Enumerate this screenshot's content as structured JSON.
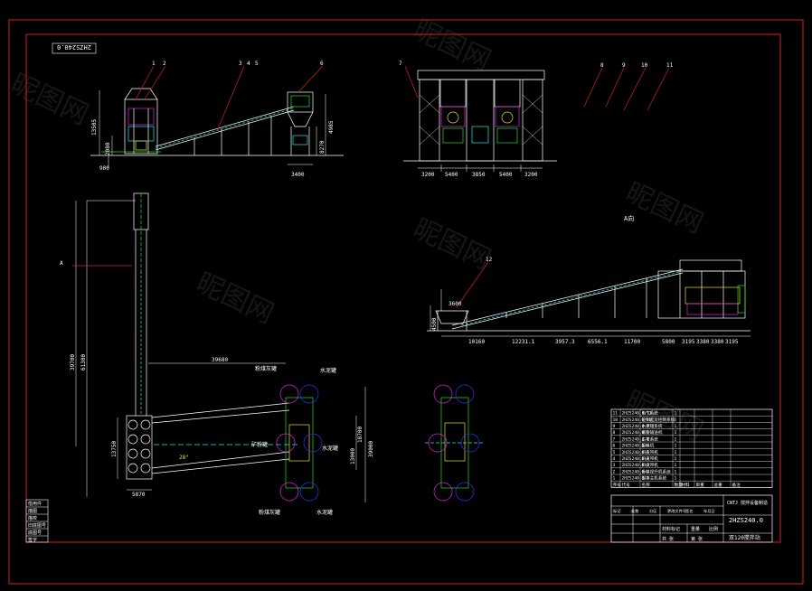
{
  "drawing": {
    "flipped_label": "2HZS240.0",
    "title_block": {
      "drawing_no": "2HZS240.0",
      "drawing_title": "双120搅拌站",
      "company": "CNTJ 搅拌设备制造",
      "material_label": "材料标记",
      "weight_label": "重量",
      "scale_label": "比例",
      "sheet_label": "共 张",
      "of_label": "第 张"
    },
    "view_labels": {
      "view_a": "A向",
      "arrow_a": "A"
    },
    "callouts": [
      "1",
      "2",
      "3",
      "4",
      "5",
      "6",
      "7",
      "8",
      "9",
      "10",
      "11",
      "12"
    ],
    "elevation_dims": {
      "left_vertical": [
        "13505",
        "2080",
        "900"
      ],
      "right_vertical": [
        "4985",
        "8270"
      ],
      "bottom": "3400"
    },
    "front_dims": [
      "3200",
      "5400",
      "3850",
      "5400",
      "3200"
    ],
    "side_dims": {
      "horizontal": [
        "10160",
        "12231.1",
        "3957.3",
        "6556.1",
        "11700",
        "5800",
        "3195",
        "3380",
        "3380",
        "3195"
      ],
      "vertical": [
        "3600",
        "4500"
      ]
    },
    "plan_dims": {
      "length_long": "39700",
      "length_mid": "61300",
      "width_top": "39680",
      "bay": "5870",
      "left_small": "13750",
      "right_big": "39000",
      "right_a": "18700",
      "right_b": "13000"
    },
    "plan_labels": {
      "bin_tl": "粉煤灰罐",
      "bin_tr": "水泥罐",
      "bin_mid_l": "矿粉罐",
      "bin_mid_r": "水泥罐",
      "bin_bl": "粉煤灰罐",
      "bin_br": "水泥罐",
      "angle": "28°"
    },
    "parts_table": {
      "headers": [
        "序号",
        "代号",
        "名称",
        "数量",
        "材料",
        "单重",
        "总重",
        "备注"
      ],
      "rows": [
        [
          "11",
          "2HZS240.0-11",
          "电气系统",
          "1"
        ],
        [
          "10",
          "2HZS240.0-10",
          "控制室及控制系统",
          "1"
        ],
        [
          "9",
          "2HZS240.0-9",
          "水泥罐系统",
          "1"
        ],
        [
          "8",
          "2HZS240.0-8",
          "螺旋输送机",
          "1"
        ],
        [
          "7",
          "2HZS240.0-7",
          "主楼系统",
          "1"
        ],
        [
          "6",
          "2HZS240.0-6",
          "配料机",
          "1"
        ],
        [
          "5",
          "2HZS240.0-5",
          "斜皮带机",
          "1"
        ],
        [
          "4",
          "2HZS240.0-4",
          "斜皮带机",
          "1"
        ],
        [
          "3",
          "2HZS240.0-3",
          "斜皮带机",
          "1"
        ],
        [
          "2",
          "2HZS240.0-2",
          "骨料提升机系统",
          "1"
        ],
        [
          "1",
          "2HZS240.0-1",
          "搅拌主机系统",
          "1"
        ]
      ]
    },
    "rev_block_labels": [
      "标记",
      "处数",
      "分区",
      "更改文件号",
      "签名",
      "年月日"
    ],
    "left_strip_labels": [
      "借用件",
      "描图",
      "描校",
      "旧底图号",
      "底图号",
      "签字"
    ],
    "watermark": "昵图网"
  },
  "colors": {
    "border": "#d42020",
    "white": "#ffffff",
    "cyan": "#20e8e8",
    "green": "#20e020",
    "magenta": "#e020e0",
    "yellow": "#e8e020",
    "blue": "#3030ff"
  }
}
